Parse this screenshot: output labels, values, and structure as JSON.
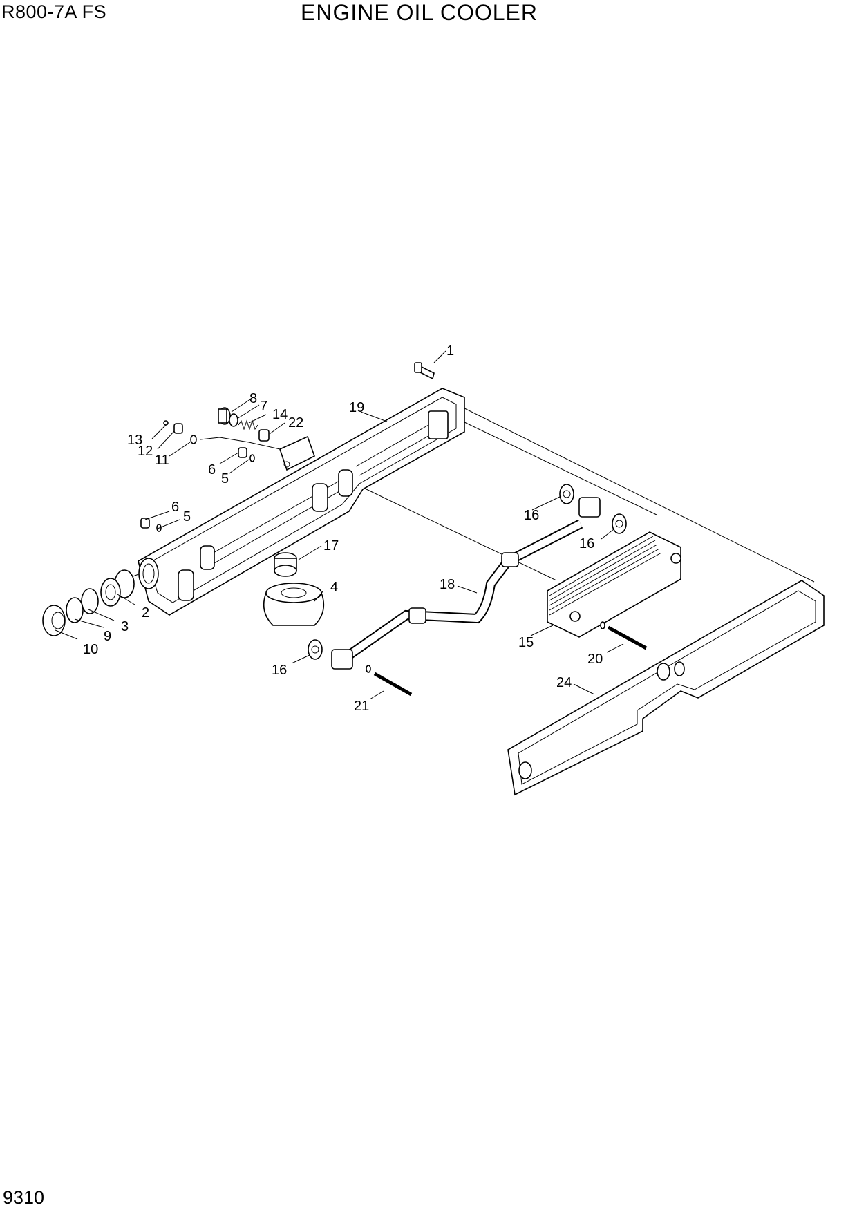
{
  "header": {
    "model": "R800-7A  FS",
    "title": "ENGINE OIL COOLER"
  },
  "footer": {
    "page_number": "9310"
  },
  "callouts": {
    "c1": "1",
    "c8": "8",
    "c7": "7",
    "c14": "14",
    "c22": "22",
    "c19": "19",
    "c13": "13",
    "c12": "12",
    "c11": "11",
    "c6a": "6",
    "c5a": "5",
    "c6b": "6",
    "c5b": "5",
    "c16a": "16",
    "c16b": "16",
    "c17": "17",
    "c18": "18",
    "c4": "4",
    "c2": "2",
    "c3": "3",
    "c9": "9",
    "c10": "10",
    "c15": "15",
    "c20": "20",
    "c16c": "16",
    "c21": "21",
    "c24": "24"
  }
}
